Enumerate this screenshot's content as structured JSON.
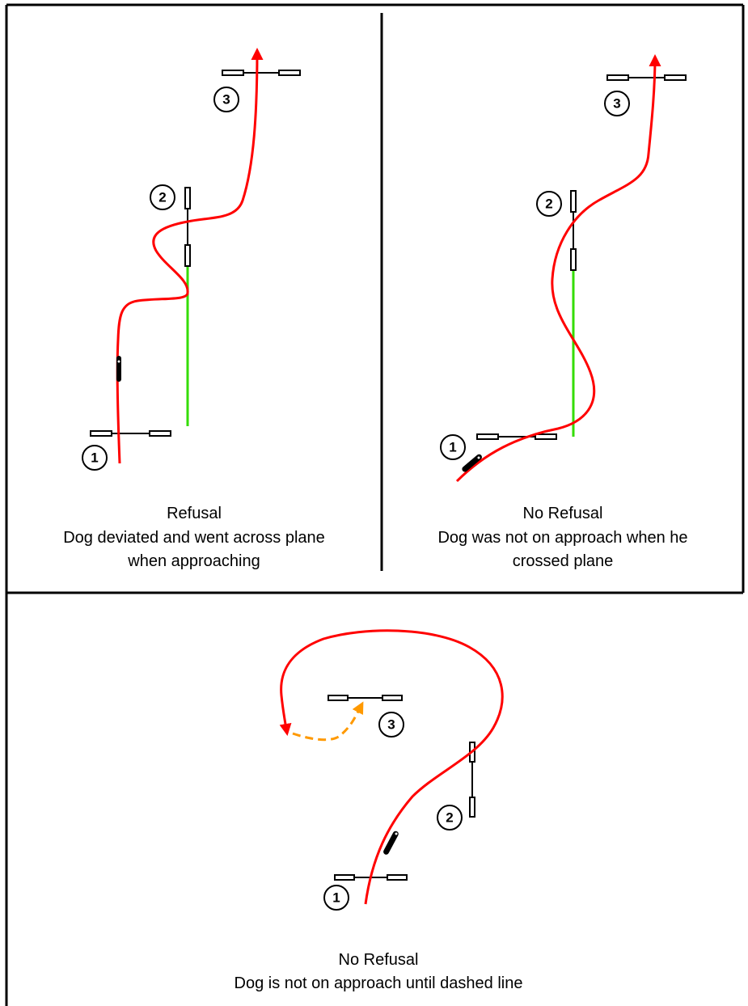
{
  "panels": [
    {
      "id": "top-left",
      "caption_lines": [
        "Refusal",
        "Dog deviated and went across plane",
        "when approaching"
      ],
      "jump_numbers": [
        "1",
        "2",
        "3"
      ]
    },
    {
      "id": "top-right",
      "caption_lines": [
        "No Refusal",
        "Dog was not on approach when he",
        "crossed plane"
      ],
      "jump_numbers": [
        "1",
        "2",
        "3"
      ]
    },
    {
      "id": "bottom",
      "caption_lines": [
        "No Refusal",
        "Dog is not on approach until dashed line"
      ],
      "jump_numbers": [
        "1",
        "2",
        "3"
      ]
    }
  ],
  "colors": {
    "dog_path": "#ff0000",
    "refusal_plane": "#33dd00",
    "approach_dashed": "#ff9900",
    "jump": "#000000"
  }
}
